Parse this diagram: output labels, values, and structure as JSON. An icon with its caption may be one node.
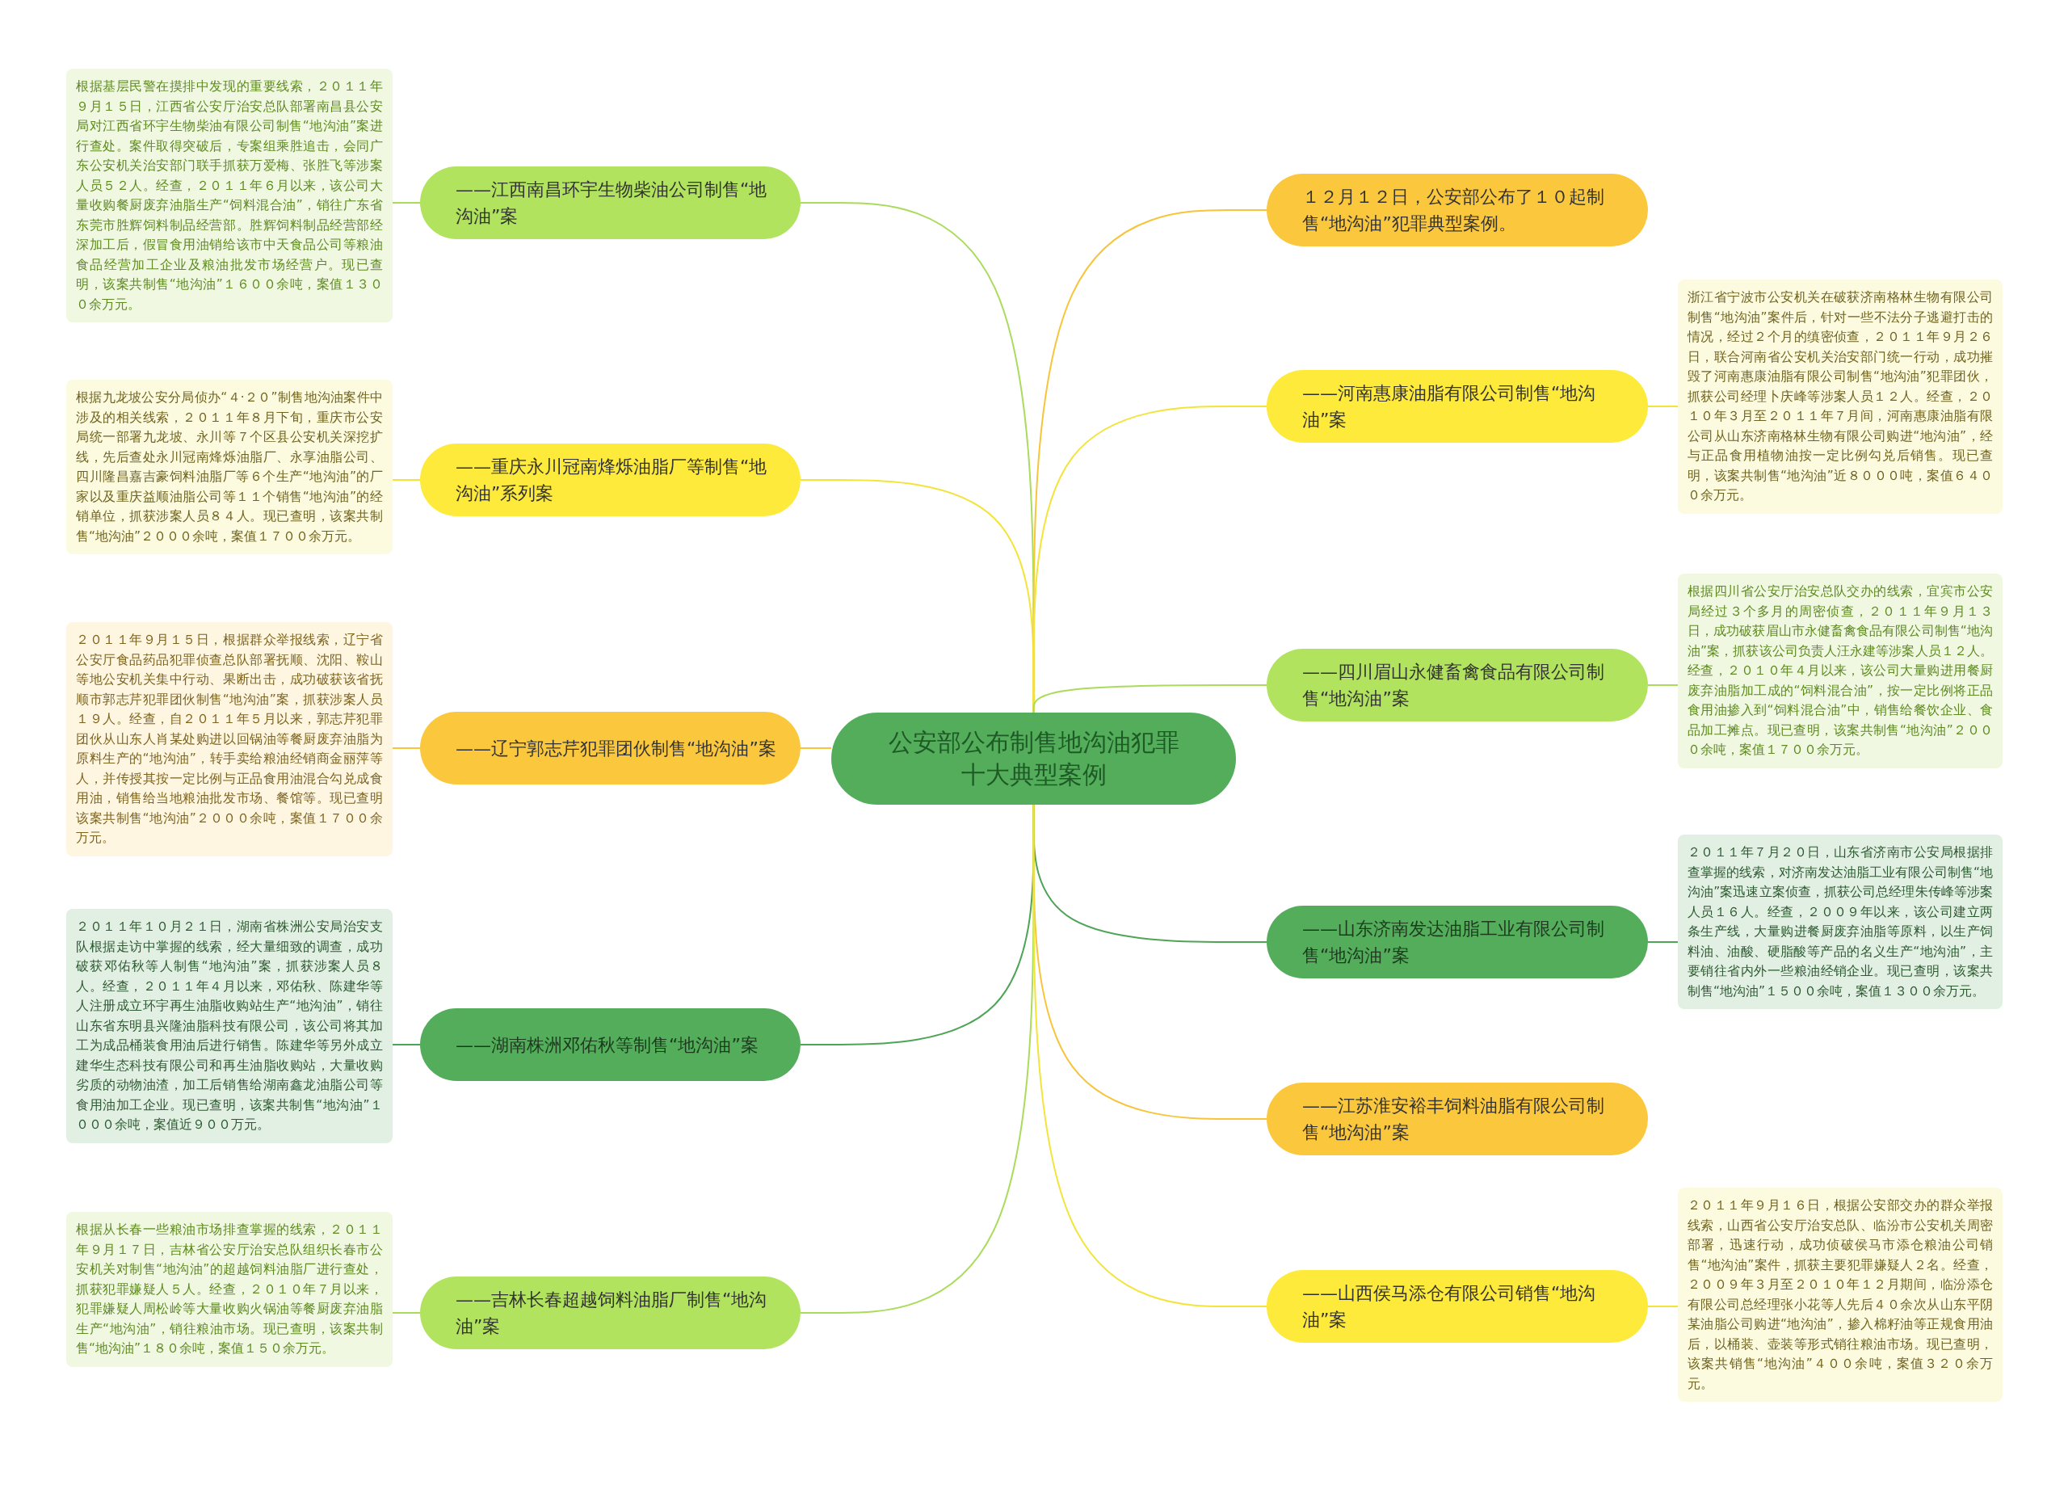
{
  "diagram": {
    "nodes": [
      {
        "text": [
          "公安部公布制售地沟油犯罪十大典型案例"
        ]
      },
      {
        "text": [
          "——江西南昌环宇生物柴油公司制售“地沟油”案"
        ]
      },
      {
        "text": [
          "——重庆永川冠南烽烁油脂厂等制售“地沟油”系列案"
        ]
      },
      {
        "text": [
          "——辽宁郭志芹犯罪团伙制售“地沟油”案"
        ]
      },
      {
        "text": [
          "——湖南株洲邓佑秋等制售“地沟油”案"
        ]
      },
      {
        "text": [
          "——吉林长春超越饲料油脂厂制售“地沟油”案"
        ]
      },
      {
        "text": [
          "１２月１２日，公安部公布了１０起制售“地沟油”犯罪典型案例。"
        ]
      },
      {
        "text": [
          "——河南惠康油脂有限公司制售“地沟油”案"
        ]
      },
      {
        "text": [
          "——四川眉山永健畜禽食品有限公司制售“地沟油”案"
        ]
      },
      {
        "text": [
          "——山东济南发达油脂工业有限公司制售“地沟油”案"
        ]
      },
      {
        "text": [
          "——江苏淮安裕丰饲料油脂有限公司制售“地沟油”案"
        ]
      },
      {
        "text": [
          "——山西侯马添仓有限公司销售“地沟油”案"
        ]
      },
      {
        "text": [
          "根据基层民警在摸排中发现的重要线索，２０１１年９月１５日，江西省公安厅治安总队部署南昌县公安局对江西省环宇生物柴油有限公司制售“地沟油”案进行查处。案件取得突破后，专案组乘胜追击，会同广东公安机关治安部门联手抓获万爱梅、张胜飞等涉案人员５２人。经查，２０１１年６月以来，该公司大量收购餐厨废弃油脂生产“饲料混合油”，销往广东省东莞市胜辉饲料制品经营部。胜辉饲料制品经营部经深加工后，假冒食用油销给该市中天食品公司等粮油食品经营加工企业及粮油批发市场经营户。现已查明，该案共制售“地沟油”１６００余吨，案值１３００余万元。"
        ]
      },
      {
        "text": [
          "根据九龙坡公安分局侦办“４·２０”制售地沟油案件中涉及的相关线索，２０１１年８月下旬，重庆市公安局统一部署九龙坡、永川等７个区县公安机关深挖扩线，先后查处永川冠南烽烁油脂厂、永享油脂公司、四川隆昌嘉吉豪饲料油脂厂等６个生产“地沟油”的厂家以及重庆益顺油脂公司等１１个销售“地沟油”的经销单位，抓获涉案人员８４人。现已查明，该案共制售“地沟油”２０００余吨，案值１７００余万元。"
        ]
      },
      {
        "text": [
          "２０１１年９月１５日，根据群众举报线索，辽宁省公安厅食品药品犯罪侦查总队部署抚顺、沈阳、鞍山等地公安机关集中行动、果断出击，成功破获该省抚顺市郭志芹犯罪团伙制售“地沟油”案，抓获涉案人员１９人。经查，自２０１１年５月以来，郭志芹犯罪团伙从山东人肖某处购进以回锅油等餐厨废弃油脂为原料生产的“地沟油”，转手卖给粮油经销商金丽萍等人，并传授其按一定比例与正品食用油混合勾兑成食用油，销售给当地粮油批发市场、餐馆等。现已查明该案共制售“地沟油”２０００余吨，案值１７００余万元。"
        ]
      },
      {
        "text": [
          "２０１１年１０月２１日，湖南省株洲公安局治安支队根据走访中掌握的线索，经大量细致的调查，成功破获邓佑秋等人制售“地沟油”案，抓获涉案人员８人。经查，２０１１年４月以来，邓佑秋、陈建华等人注册成立环宇再生油脂收购站生产“地沟油”，销往山东省东明县兴隆油脂科技有限公司，该公司将其加工为成品桶装食用油后进行销售。陈建华等另外成立建华生态科技有限公司和再生油脂收购站，大量收购劣质的动物油渣，加工后销售给湖南鑫龙油脂公司等食用油加工企业。现已查明，该案共制售“地沟油”１０００余吨，案值近９００万元。"
        ]
      },
      {
        "text": [
          "根据从长春一些粮油市场排查掌握的线索，２０１１年９月１７日，吉林省公安厅治安总队组织长春市公安机关对制售“地沟油”的超越饲料油脂厂进行查处，抓获犯罪嫌疑人５人。经查，２０１０年７月以来，犯罪嫌疑人周松岭等大量收购火锅油等餐厨废弃油脂生产“地沟油”，销往粮油市场。现已查明，该案共制售“地沟油”１８０余吨，案值１５０余万元。"
        ]
      },
      {
        "text": [
          "浙江省宁波市公安机关在破获济南格林生物有限公司制售“地沟油”案件后，针对一些不法分子逃避打击的情况，经过２个月的缜密侦查，２０１１年９月２６日，联合河南省公安机关治安部门统一行动，成功摧毁了河南惠康油脂有限公司制售“地沟油”犯罪团伙，抓获公司经理卜庆峰等涉案人员１２人。经查，２０１０年３月至２０１１年７月间，河南惠康油脂有限公司从山东济南格林生物有限公司购进“地沟油”，经与正品食用植物油按一定比例勾兑后销售。现已查明，该案共制售“地沟油”近８０００吨，案值６４００余万元。"
        ]
      },
      {
        "text": [
          "根据四川省公安厅治安总队交办的线索，宜宾市公安局经过３个多月的周密侦查，２０１１年９月１３日，成功破获眉山市永健畜禽食品有限公司制售“地沟油”案，抓获该公司负责人汪永建等涉案人员１２人。经查，２０１０年４月以来，该公司大量购进用餐厨废弃油脂加工成的“饲料混合油”，按一定比例将正品食用油掺入到“饲料混合油”中，销售给餐饮企业、食品加工摊点。现已查明，该案共制售“地沟油”２０００余吨，案值１７００余万元。"
        ]
      },
      {
        "text": [
          "２０１１年７月２０日，山东省济南市公安局根据排查掌握的线索，对济南发达油脂工业有限公司制售“地沟油”案迅速立案侦查，抓获公司总经理朱传峰等涉案人员１６人。经查，２００９年以来，该公司建立两条生产线，大量购进餐厨废弃油脂等原料，以生产饲料油、油酸、硬脂酸等产品的名义生产“地沟油”，主要销往省内外一些粮油经销企业。现已查明，该案共制售“地沟油”１５００余吨，案值１３００余万元。"
        ]
      },
      {
        "text": [
          "２０１１年９月１６日，根据公安部交办的群众举报线索，山西省公安厅治安总队、临汾市公安机关周密部署，迅速行动，成功侦破侯马市添仓粮油公司销售“地沟油”案件，抓获主要犯罪嫌疑人２名。经查，２００９年３月至２０１０年１２月期间，临汾添仓有限公司总经理张小花等人先后４０余次从山东平阴某油脂公司购进“地沟油”，掺入棉籽油等正规食用油后，以桶装、壶装等形式销往粮油市场。现已查明，该案共销售“地沟油”４００余吨，案值３２０余万元。"
        ]
      }
    ],
    "edges": [
      {
        "from": 0,
        "to": 1,
        "arrow": "none",
        "color": "#a9dc5a"
      },
      {
        "from": 0,
        "to": 2,
        "arrow": "none",
        "color": "#f3e43a"
      },
      {
        "from": 0,
        "to": 3,
        "arrow": "none",
        "color": "#f7c43a"
      },
      {
        "from": 0,
        "to": 4,
        "arrow": "none",
        "color": "#4fa557"
      },
      {
        "from": 0,
        "to": 5,
        "arrow": "none",
        "color": "#a9dc5a"
      },
      {
        "from": 0,
        "to": 6,
        "arrow": "none",
        "color": "#f7c43a"
      },
      {
        "from": 0,
        "to": 7,
        "arrow": "none",
        "color": "#f3e43a"
      },
      {
        "from": 0,
        "to": 8,
        "arrow": "none",
        "color": "#a9dc5a"
      },
      {
        "from": 0,
        "to": 9,
        "arrow": "none",
        "color": "#4fa557"
      },
      {
        "from": 0,
        "to": 10,
        "arrow": "none",
        "color": "#f7c43a"
      },
      {
        "from": 0,
        "to": 11,
        "arrow": "none",
        "color": "#f3e43a"
      },
      {
        "from": 1,
        "to": 12,
        "arrow": "none",
        "color": "#a9dc5a"
      },
      {
        "from": 2,
        "to": 13,
        "arrow": "none",
        "color": "#f3e43a"
      },
      {
        "from": 3,
        "to": 14,
        "arrow": "none",
        "color": "#f7c43a"
      },
      {
        "from": 4,
        "to": 15,
        "arrow": "none",
        "color": "#4fa557"
      },
      {
        "from": 5,
        "to": 16,
        "arrow": "none",
        "color": "#a9dc5a"
      },
      {
        "from": 7,
        "to": 17,
        "arrow": "none",
        "color": "#f3e43a"
      },
      {
        "from": 8,
        "to": 18,
        "arrow": "none",
        "color": "#a9dc5a"
      },
      {
        "from": 9,
        "to": 19,
        "arrow": "none",
        "color": "#4fa557"
      },
      {
        "from": 11,
        "to": 20,
        "arrow": "none",
        "color": "#f3e43a"
      }
    ]
  }
}
